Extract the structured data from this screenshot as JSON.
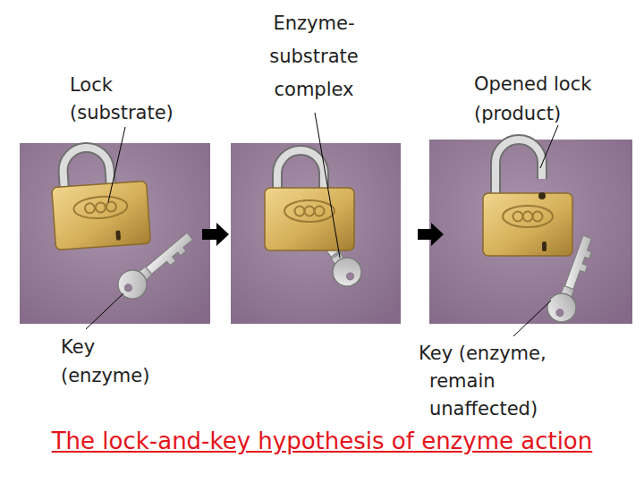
{
  "diagram": {
    "title": "The lock-and-key hypothesis of enzyme action",
    "labels": [
      "Lock (substrate)",
      "Enzyme-substrate complex",
      "Opened lock (product)",
      "Key (enzyme)",
      "Key (enzyme, remain unaffected)"
    ]
  }
}
